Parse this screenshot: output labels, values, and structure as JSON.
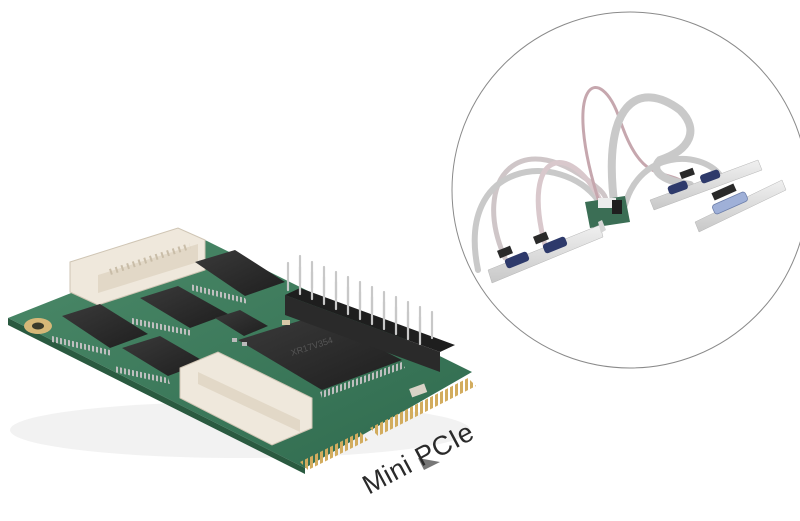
{
  "image": {
    "subject": "Mini PCIe expansion card with serial and parallel port brackets",
    "background_color": "#ffffff",
    "label_text": "Mini PCIe",
    "label_arrow": "triangle-arrow",
    "inset": {
      "shape": "circle",
      "border_color": "#8a8a8a",
      "contents": [
        "mini-pcie-card",
        "ribbon-cables",
        "dual-serial-bracket-left",
        "dual-serial-bracket-right",
        "parallel-port-bracket"
      ]
    },
    "colors": {
      "pcb_green": "#3f7a5c",
      "chip_black": "#2b2b2b",
      "connector_white": "#efe8dc",
      "gold_contacts": "#c9a25a",
      "ribbon_gray": "#c9c9c9",
      "ribbon_red_stripe": "#b5727f",
      "bracket_silver": "#dcdcdc",
      "db9_blue": "#4a5a8f",
      "db25_blue": "#9fb0d8"
    }
  }
}
